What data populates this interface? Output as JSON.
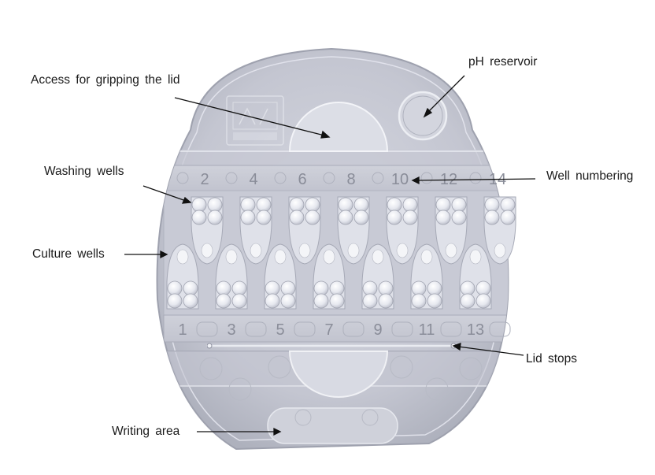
{
  "labels": {
    "access_grip": "Access for gripping the lid",
    "ph_reservoir": "pH reservoir",
    "washing_wells": "Washing wells",
    "well_numbering": "Well numbering",
    "culture_wells": "Culture wells",
    "lid_stops": "Lid stops",
    "writing_area": "Writing area"
  },
  "well_numbers": {
    "top": [
      "2",
      "4",
      "6",
      "8",
      "10",
      "12",
      "14"
    ],
    "bottom": [
      "1",
      "3",
      "5",
      "7",
      "9",
      "11",
      "13"
    ]
  },
  "colors": {
    "dish_fill": "#c9cbd6",
    "dish_edge": "#9ea1ae",
    "well_fill": "#eef0f5",
    "leader_line": "#111111"
  }
}
